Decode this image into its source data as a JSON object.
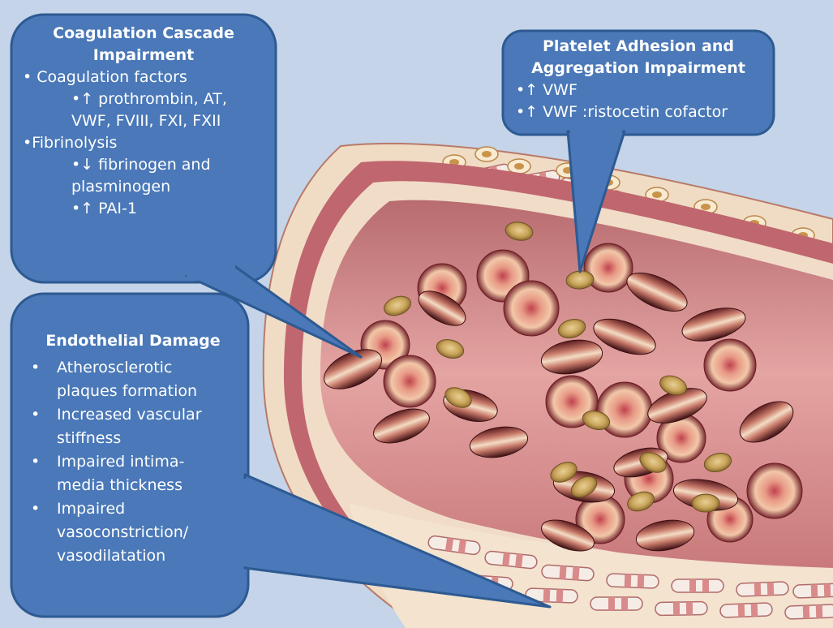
{
  "coagulation": {
    "title_line1": "Coagulation Cascade",
    "title_line2": "Impairment",
    "line1": "• Coagulation factors",
    "line2": "•↑ prothrombin, AT,",
    "line3": "VWF, FVIII, FXI,   FXII",
    "line4": "•Fibrinolysis",
    "line5": "•↓ fibrinogen and",
    "line6": "plasminogen",
    "line7": "•↑ PAI-1"
  },
  "platelet": {
    "title_line1": "Platelet Adhesion and",
    "title_line2": "Aggregation Impairment",
    "line1": "•↑ VWF",
    "line2": "•↑ VWF :ristocetin cofactor"
  },
  "endothelial": {
    "title": "Endothelial Damage",
    "bullet": "•",
    "items": [
      {
        "line1": "Atherosclerotic",
        "line2": "plaques formation"
      },
      {
        "line1": "Increased vascular",
        "line2": "stiffness"
      },
      {
        "line1": "Impaired intima-",
        "line2": "media thickness"
      },
      {
        "line1": "Impaired",
        "line2": "vasoconstriction/",
        "line3": "vasodilatation"
      }
    ]
  },
  "colors": {
    "background": "#c5d4e8",
    "callout_fill": "#4a78b8",
    "callout_border": "#2e5a92",
    "vessel_wall": "#c0666f",
    "lumen": "#d98c8c",
    "red_cell": "#b8434f",
    "platelet": "#c9a45a"
  }
}
